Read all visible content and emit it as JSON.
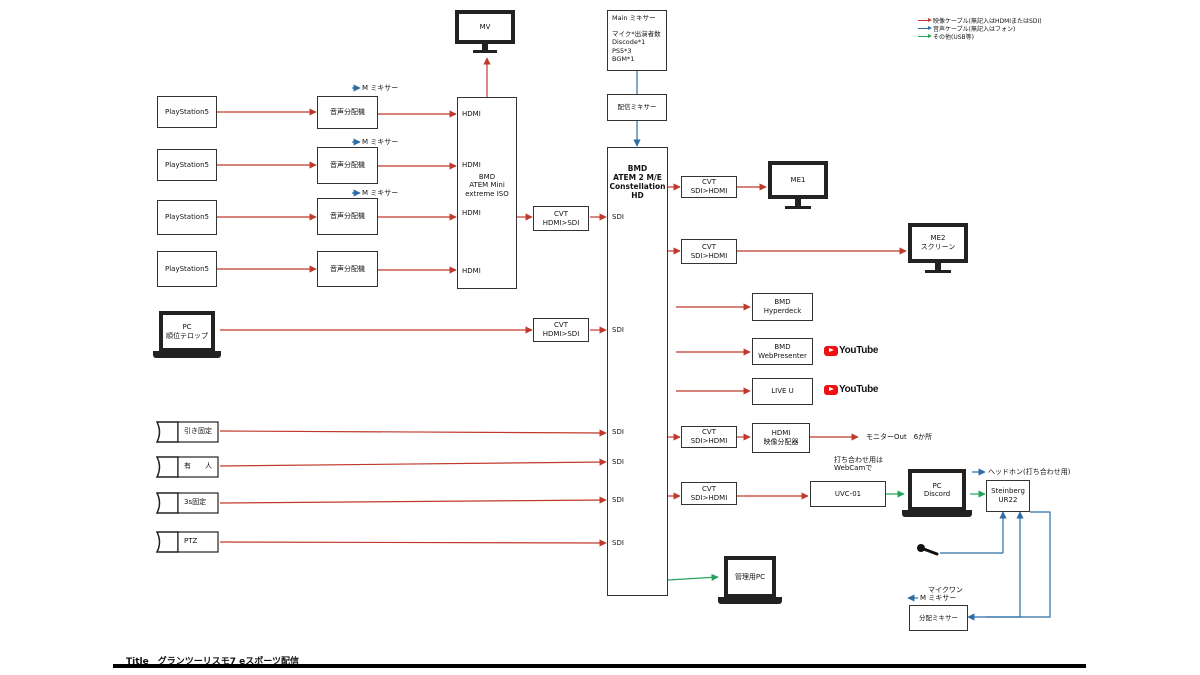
{
  "title": "Title　グランツーリスモ7 eスポーツ配信",
  "legend": [
    {
      "label": "映像ケーブル(無記入はHDMIまたはSDI)",
      "color": "#c0392b"
    },
    {
      "label": "音声ケーブル(無記入はフォン)",
      "color": "#2e6da4"
    },
    {
      "label": "その他(USB等)",
      "color": "#27a35a"
    }
  ],
  "colors": {
    "video": "#c0392b",
    "audio": "#2e6da4",
    "other": "#27a35a"
  },
  "sources": {
    "ps5_1": "PlayStation5",
    "ps5_2": "PlayStation5",
    "ps5_3": "PlayStation5",
    "ps5_4": "PlayStation5",
    "pc": "PC\n順位テロップ"
  },
  "splitters": {
    "s1": "音声分配機",
    "s2": "音声分配機",
    "s3": "音声分配機",
    "s4": "音声分配機"
  },
  "m_mixer_labels": [
    "M ミキサー",
    "M ミキサー",
    "M ミキサー"
  ],
  "atem_mini": {
    "label": "BMD\nATEM Mini\nextreme ISO",
    "ports": [
      "HDMI",
      "HDMI",
      "HDMI",
      "HDMI"
    ]
  },
  "mv_monitor": "MV",
  "cvt_hdmi_sdi": [
    "CVT\nHDMI>SDI",
    "CVT\nHDMI>SDI"
  ],
  "main_mixer": "Main ミキサー\n\nマイク*出演者数\nDiscode*1\nPS5*3\nBGM*1",
  "haishin_mixer": "配信ミキサー",
  "atem_constellation": {
    "label": "BMD\nATEM 2 M/E\nConstellation\nHD",
    "ports": [
      "SDI",
      "SDI",
      "SDI",
      "SDI",
      "SDI",
      "SDI"
    ]
  },
  "cameras": [
    "引き固定",
    "有　　人",
    "3s固定",
    "PTZ"
  ],
  "outputs": {
    "cvt_me1": "CVT\nSDI>HDMI",
    "me1": "ME1",
    "cvt_me2": "CVT\nSDI>HDMI",
    "me2": "ME2\nスクリーン",
    "hyperdeck": "BMD\nHyperdeck",
    "webpresenter": "BMD\nWebPresenter",
    "liveu": "LIVE U",
    "cvt_hdmi_split": "CVT\nSDI>HDMI",
    "hdmi_split": "HDMI\n映像分配器",
    "monitor_out": "モニターOut　6か所",
    "cvt_uvc": "CVT\nSDI>HDMI",
    "uvc": "UVC-01",
    "webcam_note": "打ち合わせ用は\nWebCamで",
    "pc_discord": "PC\nDiscord",
    "headphone": "ヘッドホン(打ち合わせ用)",
    "steinberg": "Steinberg\nUR22",
    "mic_one": "マイクワン",
    "m_mixer_bottom": "M ミキサー",
    "bunki_mixer": "分配ミキサー",
    "kanri_pc": "管理用PC"
  },
  "youtube": [
    "YouTube",
    "YouTube"
  ]
}
